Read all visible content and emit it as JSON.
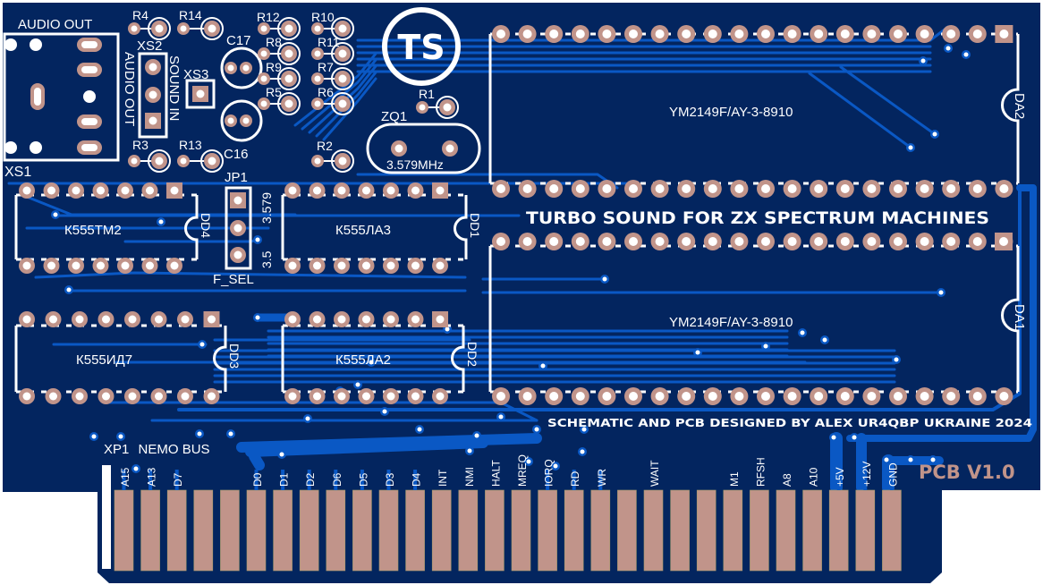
{
  "colors": {
    "board": "#03255f",
    "trace": "#0a58c4",
    "pad": "#c1948a",
    "silk": "#ffffff",
    "background": "#ffffff"
  },
  "board": {
    "title": "TURBO SOUND FOR ZX SPECTRUM MACHINES",
    "credit": "SCHEMATIC AND PCB DESIGNED BY ALEX UR4QBP UKRAINE 2024",
    "version": "PCB V1.0",
    "logo_text": "TS"
  },
  "connectors": {
    "xs1": {
      "ref": "XS1",
      "label": "AUDIO OUT"
    },
    "xs2": {
      "ref": "XS2",
      "label": "AUDIO OUT"
    },
    "xs3": {
      "ref": "XS3",
      "label": "SOUND IN"
    },
    "jp1": {
      "ref": "JP1",
      "label": "F_SEL",
      "option_a": "3.579",
      "option_b": "3.5"
    },
    "xp1": {
      "ref": "XP1",
      "label": "NEMO BUS"
    }
  },
  "components": {
    "resistors": [
      {
        "ref": "R4"
      },
      {
        "ref": "R14"
      },
      {
        "ref": "R12"
      },
      {
        "ref": "R10"
      },
      {
        "ref": "R8"
      },
      {
        "ref": "R11"
      },
      {
        "ref": "R9"
      },
      {
        "ref": "R7"
      },
      {
        "ref": "R5"
      },
      {
        "ref": "R6"
      },
      {
        "ref": "R3"
      },
      {
        "ref": "R13"
      },
      {
        "ref": "R2"
      },
      {
        "ref": "R1"
      }
    ],
    "capacitors": [
      {
        "ref": "C17"
      },
      {
        "ref": "C16"
      }
    ],
    "crystal": {
      "ref": "ZQ1",
      "value": "3.579MHz"
    },
    "ics": [
      {
        "ref": "DA2",
        "part": "YM2149F/AY-3-8910"
      },
      {
        "ref": "DA1",
        "part": "YM2149F/AY-3-8910"
      },
      {
        "ref": "DD4",
        "part": "К555ТМ2"
      },
      {
        "ref": "DD1",
        "part": "К555ЛА3"
      },
      {
        "ref": "DD3",
        "part": "К555ИД7"
      },
      {
        "ref": "DD2",
        "part": "К555ЛА2"
      }
    ]
  },
  "edge_pins": [
    {
      "label": "A15",
      "connected": true
    },
    {
      "label": "A13",
      "connected": true
    },
    {
      "label": "D7",
      "connected": true
    },
    {
      "label": "",
      "connected": false
    },
    {
      "label": "",
      "connected": false
    },
    {
      "label": "D0",
      "connected": true
    },
    {
      "label": "D1",
      "connected": true
    },
    {
      "label": "D2",
      "connected": true
    },
    {
      "label": "D6",
      "connected": true
    },
    {
      "label": "D5",
      "connected": true
    },
    {
      "label": "D3",
      "connected": true
    },
    {
      "label": "D4",
      "connected": true
    },
    {
      "label": "INT",
      "connected": false
    },
    {
      "label": "NMI",
      "connected": false
    },
    {
      "label": "HALT",
      "connected": false
    },
    {
      "label": "MREQ",
      "connected": false
    },
    {
      "label": "IORQ",
      "connected": true
    },
    {
      "label": "RD",
      "connected": true
    },
    {
      "label": "WR",
      "connected": true
    },
    {
      "label": "",
      "connected": false
    },
    {
      "label": "WAIT",
      "connected": false
    },
    {
      "label": "",
      "connected": false
    },
    {
      "label": "",
      "connected": false
    },
    {
      "label": "M1",
      "connected": false
    },
    {
      "label": "RFSH",
      "connected": false
    },
    {
      "label": "A8",
      "connected": false
    },
    {
      "label": "A10",
      "connected": false
    },
    {
      "label": "+5V",
      "connected": true
    },
    {
      "label": "+12V",
      "connected": true
    },
    {
      "label": "GND",
      "connected": true
    }
  ]
}
